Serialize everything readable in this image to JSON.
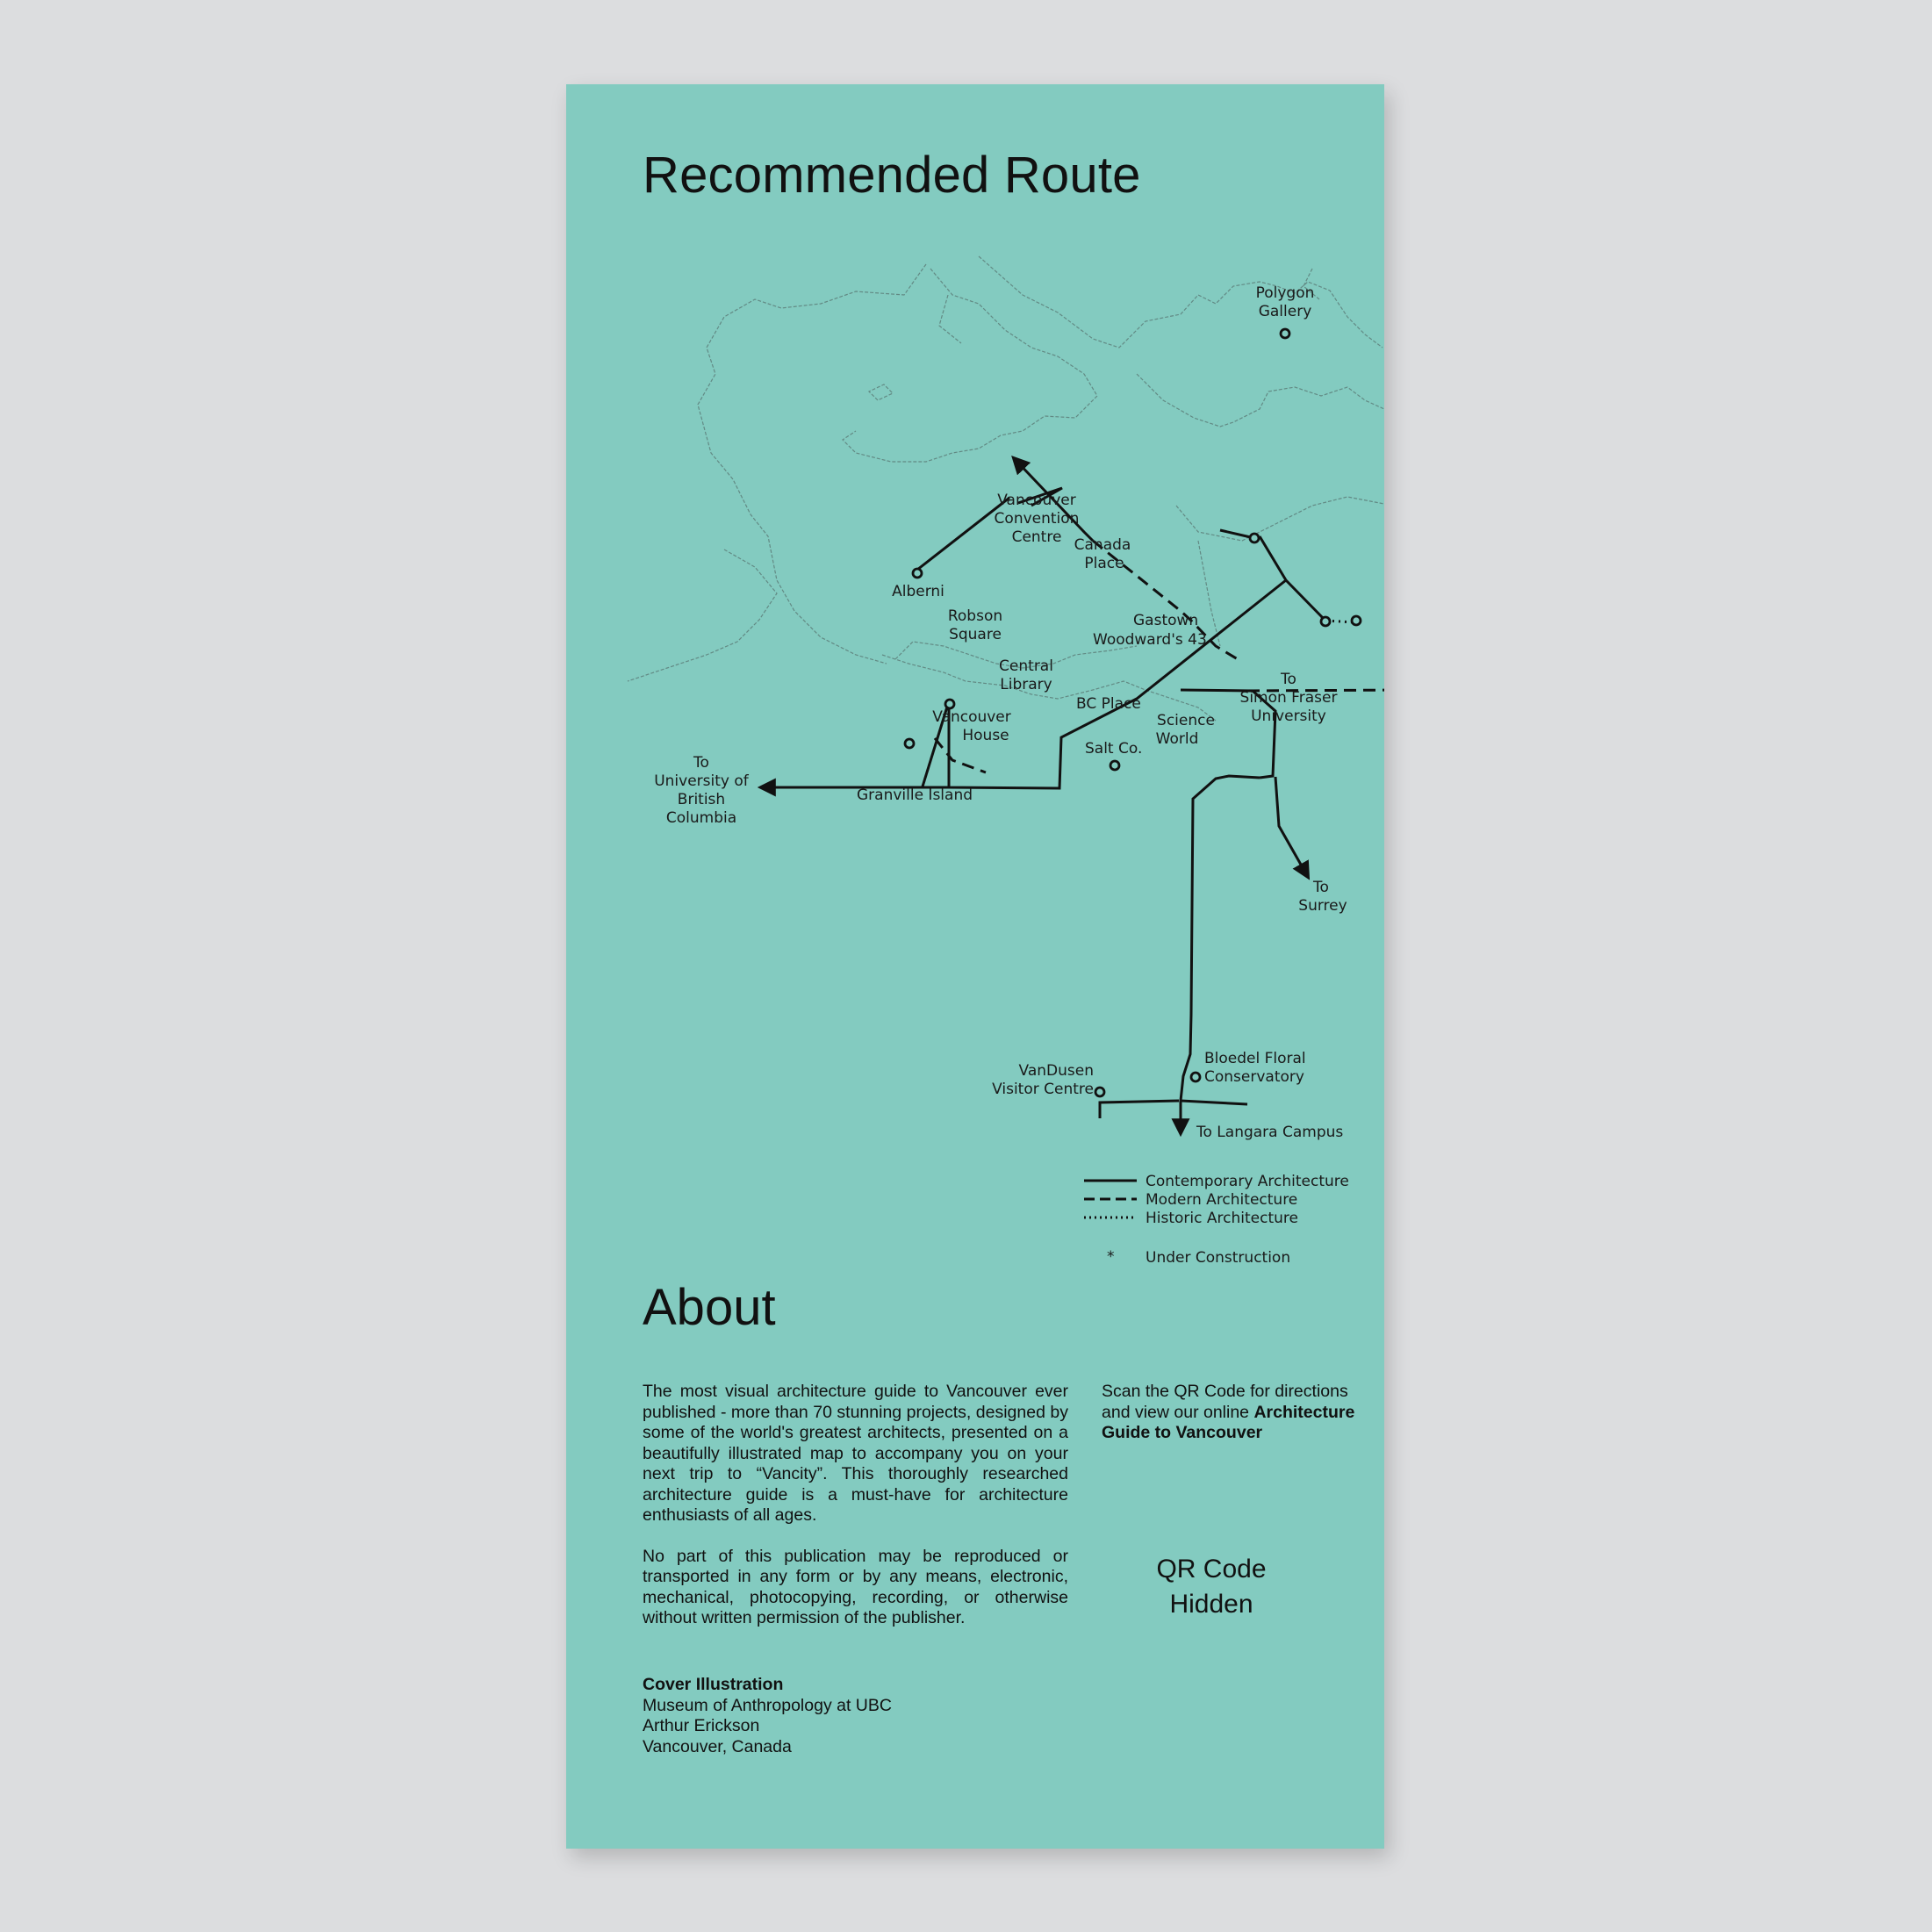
{
  "route": {
    "title": "Recommended Route",
    "map_labels": {
      "polygon": [
        "Polygon",
        "Gallery"
      ],
      "convention": [
        "Vancouver",
        "Convention",
        "Centre"
      ],
      "canada_place": [
        "Canada",
        "Place"
      ],
      "alberni": "Alberni",
      "robson": [
        "Robson",
        "Square"
      ],
      "gastown": "Gastown",
      "woodwards": "Woodward's 43",
      "central_library": [
        "Central",
        "Library"
      ],
      "bc_place": "BC Place",
      "to_sfu": [
        "To",
        "Simon Fraser",
        "University"
      ],
      "vancouver_house": [
        "Vancouver",
        "House"
      ],
      "science_world": [
        "Science",
        "World"
      ],
      "salt_co": "Salt Co.",
      "to_ubc": [
        "To",
        "University of",
        "British",
        "Columbia"
      ],
      "granville": "Granville Island",
      "to_surrey": [
        "To",
        "Surrey"
      ],
      "bloedel": [
        "Bloedel Floral",
        "Conservatory"
      ],
      "vandusen": [
        "VanDusen",
        "Visitor Centre"
      ],
      "to_langara": "To Langara Campus"
    },
    "legend": {
      "contemporary": "Contemporary Architecture",
      "modern": "Modern Architecture",
      "historic": "Historic Architecture",
      "construction_symbol": "*",
      "construction": "Under Construction"
    },
    "colors": {
      "panel": "#83cbc0",
      "route": "#111111",
      "coast": "#5d7f7a",
      "background": "#dcdddf"
    }
  },
  "about": {
    "title": "About",
    "paragraph1": "The most visual architecture guide to Vancouver ever published - more than 70 stunning projects, designed by some of the world's greatest architects, presented on a beautifully illustrated map to accompany you on your next trip to “Vancity”. This thoroughly researched architecture guide is a must-have for architecture enthusiasts of all ages.",
    "paragraph2": "No part of this publication may be reproduced or transported in any form or by any means, electronic, mechanical, photocopying, recording, or otherwise without written permission of the publisher.",
    "scan_text": "Scan the QR Code for directions and view our online",
    "scan_bold": "Architecture Guide to Vancouver",
    "qr_line1": "QR Code",
    "qr_line2": "Hidden",
    "cover_heading": "Cover Illustration",
    "cover_lines": [
      "Museum of Anthropology at UBC",
      "Arthur Erickson",
      "Vancouver, Canada"
    ]
  }
}
